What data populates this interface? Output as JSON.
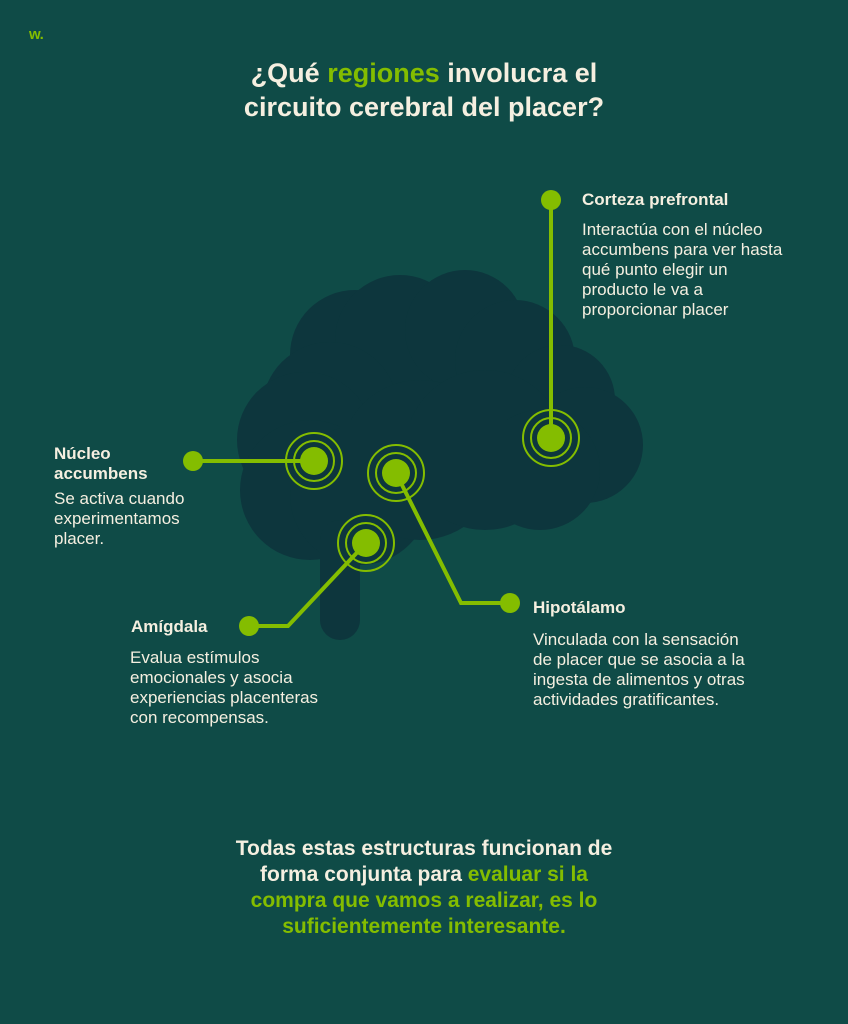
{
  "brand": {
    "logo_text": "w.",
    "accent_color": "#84bd00"
  },
  "colors": {
    "background": "#0f4b47",
    "brain": "#0d363d",
    "accent": "#84bd00",
    "text": "#f5efe0"
  },
  "title": {
    "prefix": "¿Qué ",
    "highlight": "regiones",
    "suffix_line1": " involucra el",
    "line2": "circuito cerebral del placer?"
  },
  "regions": [
    {
      "id": "corteza-prefrontal",
      "label": "Corteza prefrontal",
      "description_lines": [
        "Interactúa con el núcleo",
        "accumbens para ver hasta",
        "qué punto elegir un",
        "producto le va a",
        "proporcionar placer"
      ]
    },
    {
      "id": "nucleo-accumbens",
      "label_lines": [
        "Núcleo",
        "accumbens"
      ],
      "description_lines": [
        "Se activa cuando",
        "experimentamos",
        "placer."
      ]
    },
    {
      "id": "hipotalamo",
      "label": "Hipotálamo",
      "description_lines": [
        "Vinculada con la sensación",
        "de placer que se asocia a la",
        "ingesta de alimentos y otras",
        "actividades gratificantes."
      ]
    },
    {
      "id": "amigdala",
      "label": "Amígdala",
      "description_lines": [
        "Evalua estímulos",
        "emocionales y asocia",
        "experiencias placenteras",
        "con recompensas."
      ]
    }
  ],
  "footer": {
    "line1": "Todas estas estructuras funcionan de",
    "line2_plain": "forma conjunta para ",
    "line2_highlight": "evaluar si la",
    "line3_highlight": "compra que vamos a realizar, es lo",
    "line4_highlight": "suficientemente interesante."
  }
}
